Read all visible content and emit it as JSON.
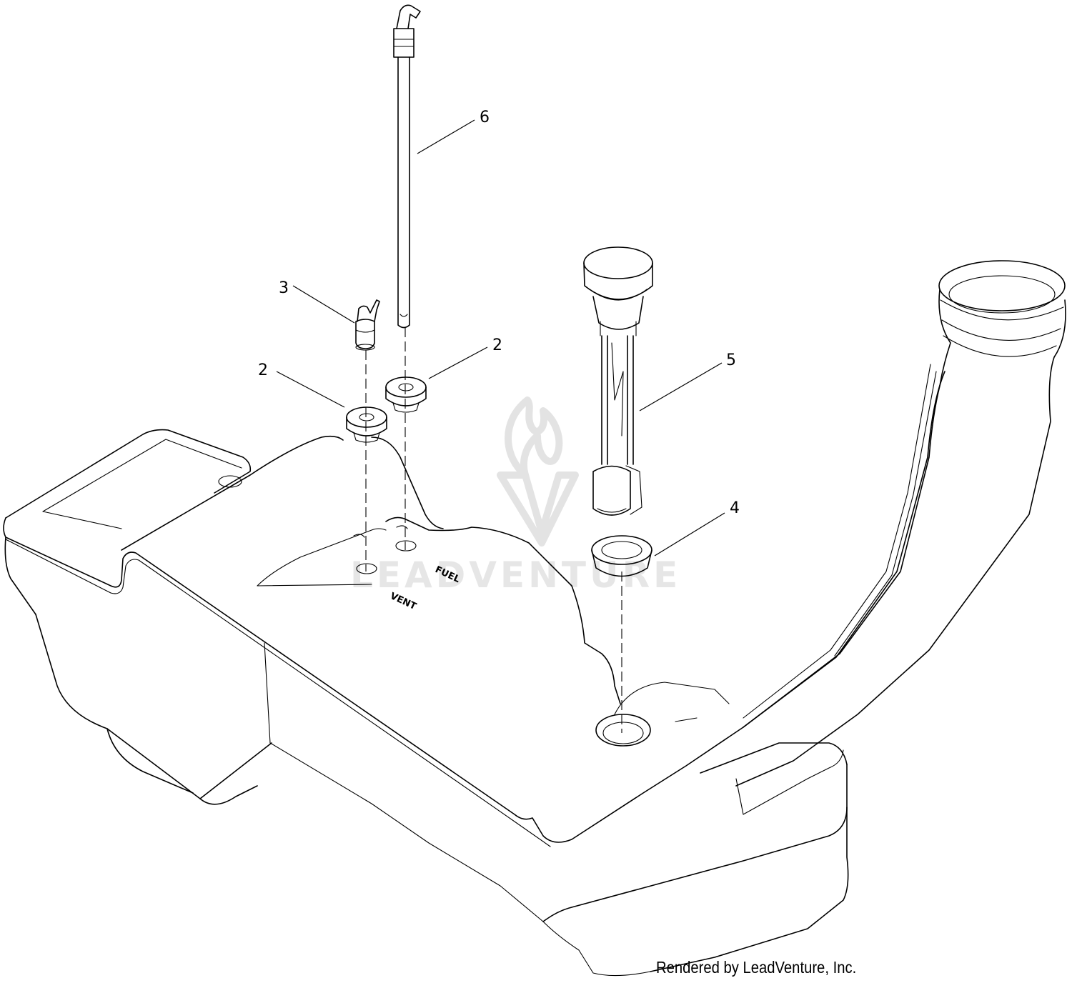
{
  "diagram": {
    "callouts": {
      "tube": "6",
      "elbow": "3",
      "grommet_left": "2",
      "grommet_right": "2",
      "fuel_sender": "5",
      "bushing": "4"
    },
    "embossed_labels": {
      "fuel": "FUEL",
      "vent": "VENT"
    },
    "watermark": {
      "text": "LEADVENTURE"
    },
    "credit": "Rendered by LeadVenture, Inc."
  }
}
